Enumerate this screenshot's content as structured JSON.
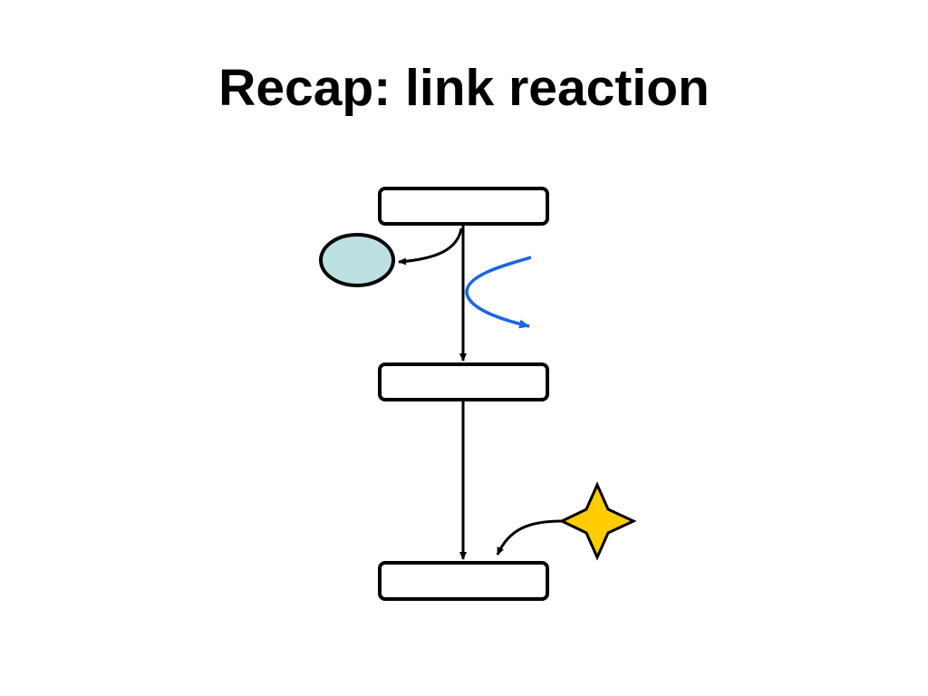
{
  "slide": {
    "title": "Recap: link reaction"
  },
  "diagram": {
    "boxes": [
      {
        "id": "box-top",
        "label": ""
      },
      {
        "id": "box-middle",
        "label": ""
      },
      {
        "id": "box-bottom",
        "label": ""
      }
    ],
    "colors": {
      "stroke": "#000000",
      "box_fill": "#ffffff",
      "oval_fill": "#bde0e3",
      "star_fill": "#ffcc00",
      "curve_color": "#1a66e6"
    },
    "icons": [
      "oval-output-icon",
      "star-input-icon",
      "curved-side-arrow-icon"
    ]
  }
}
